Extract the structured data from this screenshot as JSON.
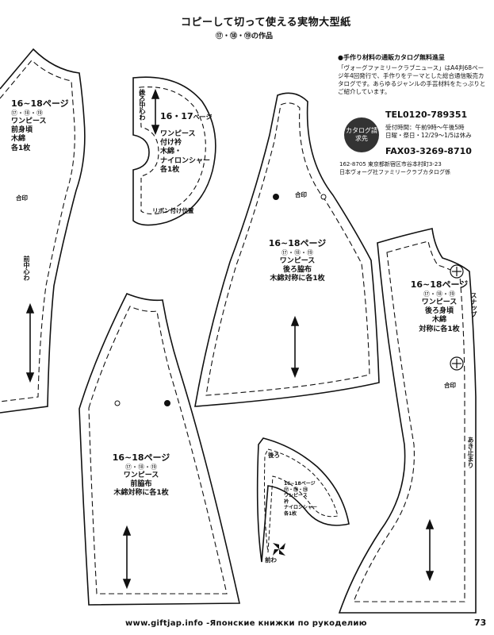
{
  "header": {
    "title": "コピーして切って使える実物大型紙",
    "subtitle": "⑰・⑱・⑲の作品"
  },
  "catalog": {
    "title": "●手作り材料の通販カタログ無料進呈",
    "description": "「ヴォーグファミリークラブニュース」はA4判68ページ年4回発行で、手作りをテーマとした総合通信販売カタログです。あらゆるジャンルの手芸材料をたっぷりとご紹介しています。",
    "badge": "カタログ請求先",
    "tel": "TEL0120-789351",
    "hours_1": "受付時間：午前9時〜午後5時",
    "hours_2": "日曜・祭日・12/29〜1/5は休み",
    "fax": "FAX03-3269-8710",
    "address_1": "162-8705 東京都新宿区市谷本村町3-23",
    "address_2": "日本ヴォーグ社ファミリークラブカタログ係"
  },
  "pieces": {
    "front_bodice": {
      "page": "16~18ページ",
      "nums": "⑰・⑱・⑲",
      "item": "ワンピース",
      "part": "前身頃",
      "material": "木綿",
      "count": "各1枚",
      "match": "合印",
      "center": "前中心わ"
    },
    "collar": {
      "page": "16・17",
      "page_unit": "ページ",
      "item": "ワンピース",
      "part": "付け衿",
      "material": "木綿・",
      "material2": "ナイロンシャー",
      "count": "各1枚",
      "ribbon": "リボン付け位置",
      "center": "後ろ中心わ"
    },
    "back_skirt": {
      "page": "16~18ページ",
      "nums": "⑰・⑱・⑲",
      "item": "ワンピース",
      "part": "後ろ脇布",
      "material": "木綿対称に各1枚",
      "match": "合印"
    },
    "back_bodice": {
      "page": "16~18ページ",
      "nums": "⑰・⑱・⑲",
      "item": "ワンピース",
      "part": "後ろ身頃",
      "material": "木綿",
      "count": "対称に各1枚",
      "snap": "スナップ",
      "match": "合印",
      "opening": "あき止まり"
    },
    "front_skirt": {
      "page": "16~18ページ",
      "nums": "⑰・⑱・⑲",
      "item": "ワンピース",
      "part": "前脇布",
      "material": "木綿対称に各1枚"
    },
    "small_collar": {
      "page": "16~18ページ",
      "nums": "⑰・⑱・⑲",
      "item": "ワンピース",
      "part": "衿",
      "material": "ナイロンシャー",
      "count": "各1枚",
      "back": "後ろ",
      "front": "前わ"
    }
  },
  "footer": {
    "watermark": "www.giftjap.info -Японские книжки по рукоделию",
    "page_number": "73"
  }
}
